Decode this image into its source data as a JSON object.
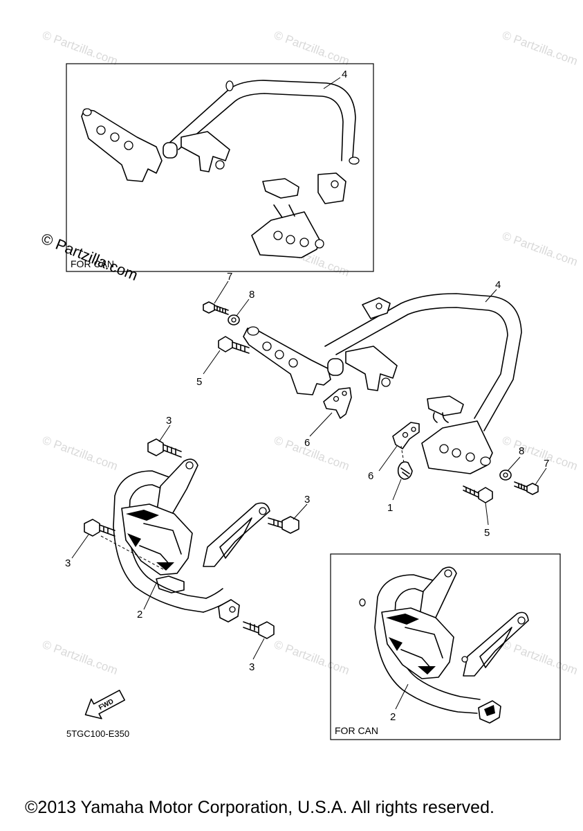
{
  "diagram": {
    "ref_code": "5TGC100-E350",
    "copyright": "©2013 Yamaha Motor Corporation, U.S.A. All rights reserved.",
    "fwd_label": "FWD",
    "inset_top": {
      "label": "FOR CAN",
      "callout": "4"
    },
    "inset_bottom": {
      "label": "FOR CAN",
      "callout": "2"
    },
    "callouts": {
      "part1": "1",
      "part2": "2",
      "part3_a": "3",
      "part3_b": "3",
      "part3_c": "3",
      "part3_d": "3",
      "part4": "4",
      "part5_a": "5",
      "part5_b": "5",
      "part6_a": "6",
      "part6_b": "6",
      "part7_a": "7",
      "part7_b": "7",
      "part8_a": "8",
      "part8_b": "8"
    }
  },
  "watermark": {
    "text": "© Partzilla.com",
    "stamp_text": "© Partzilla.com"
  }
}
